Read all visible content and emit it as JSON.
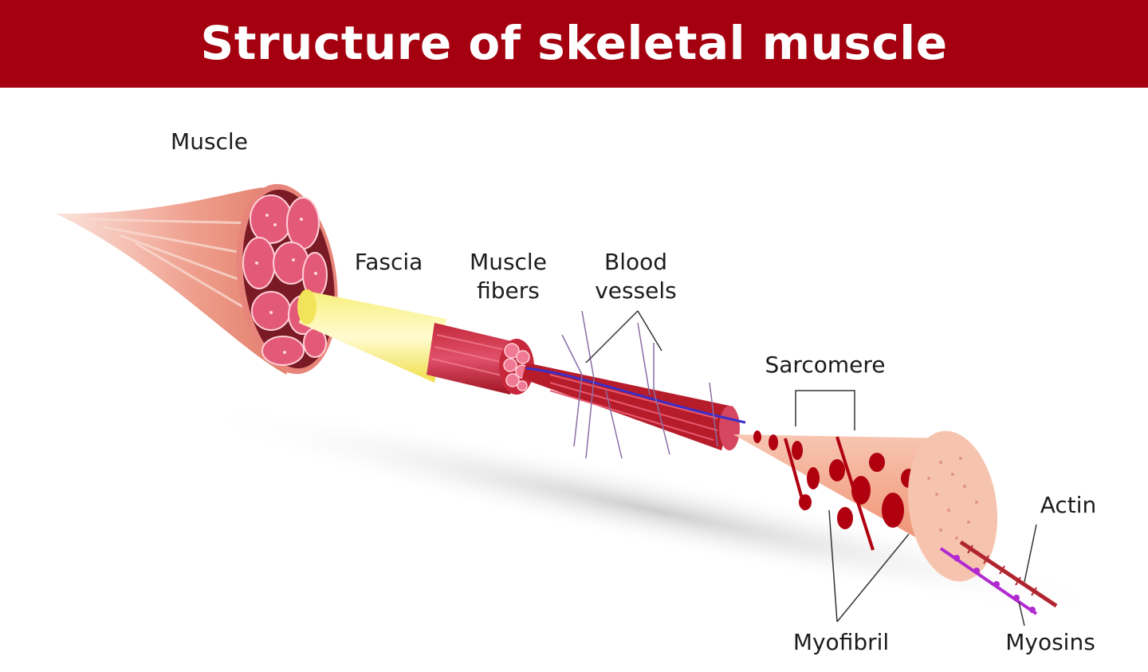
{
  "title": "Structure of skeletal muscle",
  "labels": {
    "muscle": "Muscle",
    "fascia": "Fascia",
    "muscle_fibers_1": "Muscle",
    "muscle_fibers_2": "fibers",
    "blood_vessels_1": "Blood",
    "blood_vessels_2": "vessels",
    "sarcomere": "Sarcomere",
    "actin": "Actin",
    "myofibril": "Myofibril",
    "myosins": "Myosins"
  },
  "colors": {
    "banner": "#a4000f",
    "muscle_pink": "#e8a08f",
    "fascicle": "#d85a72",
    "fascia_yellow": "#f5ea6a",
    "fiber_red": "#b5202c",
    "myofibril_peach": "#f4b39a",
    "dark_red_spots": "#b0000f",
    "blood_vessel_blue": "#3a2fc8",
    "myosin_purple": "#b02ad0"
  }
}
